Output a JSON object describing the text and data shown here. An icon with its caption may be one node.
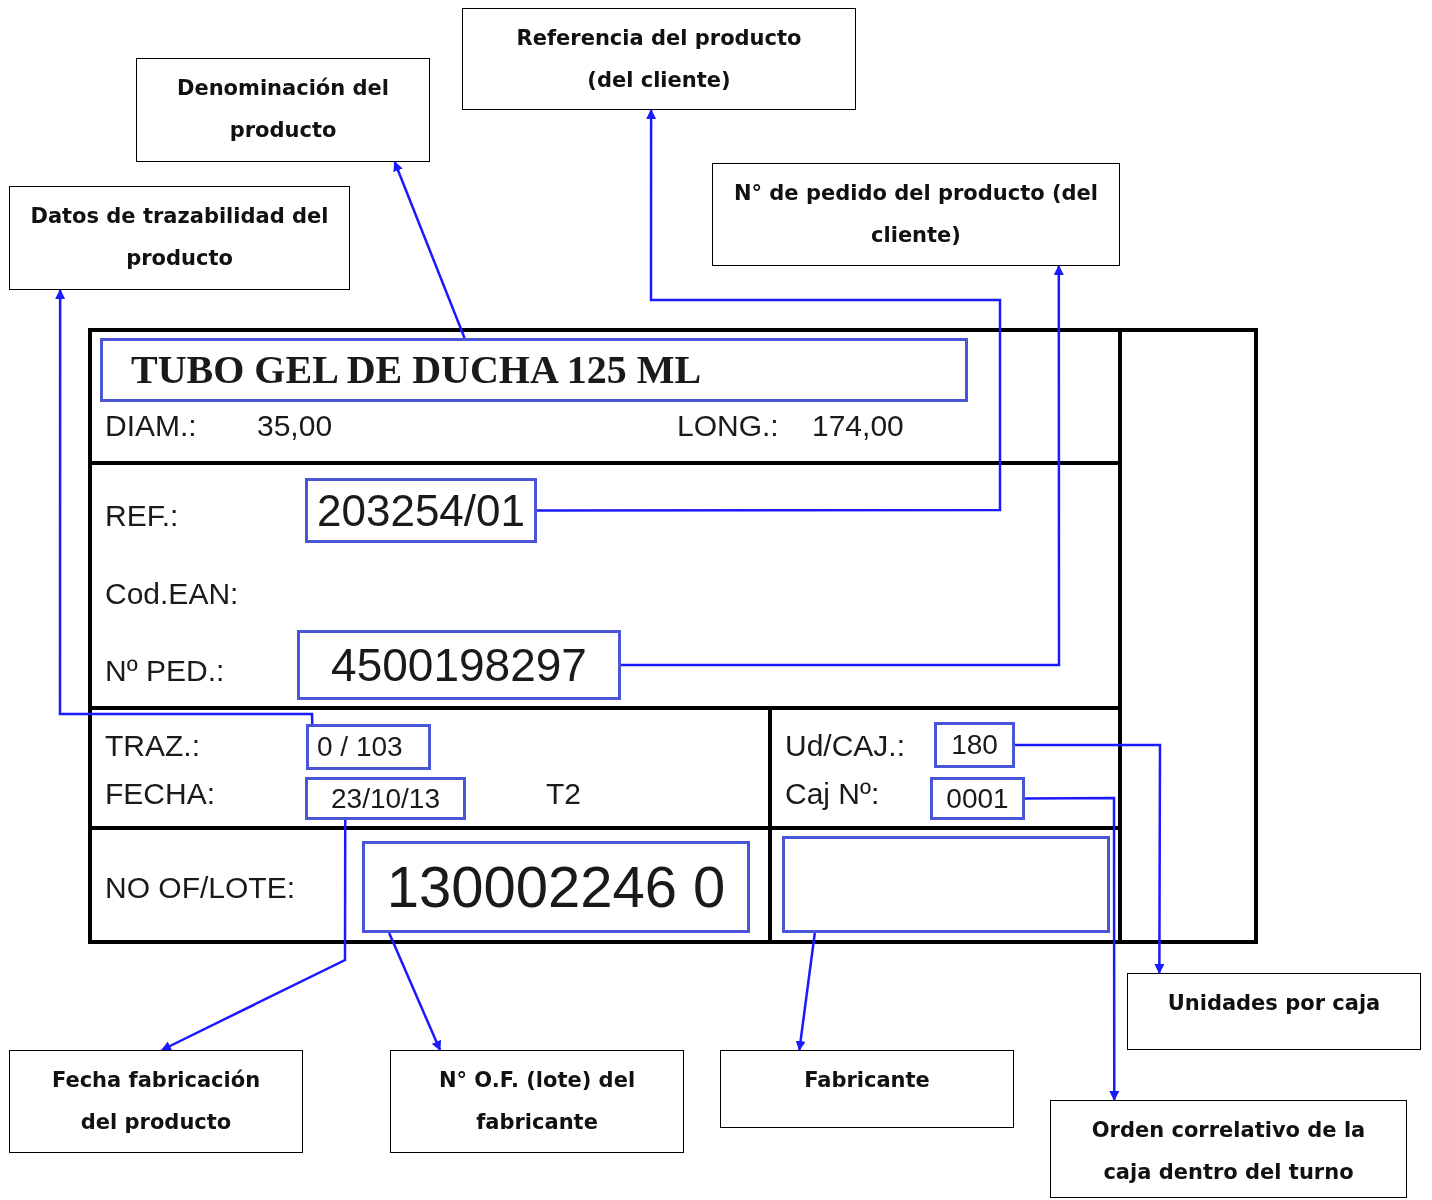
{
  "diagram": {
    "nodes": [
      {
        "text": [
          "TUBO GEL DE DUCHA 125 ML"
        ]
      },
      {
        "text": [
          "203254/01"
        ]
      },
      {
        "text": [
          "4500198297"
        ]
      },
      {
        "text": [
          "0 / 103"
        ]
      },
      {
        "text": [
          "23/10/13"
        ]
      },
      {
        "text": [
          "130002246 0"
        ]
      },
      {
        "text": [
          "180"
        ]
      },
      {
        "text": [
          "0001"
        ]
      },
      {
        "text": [],
        "shape": "box"
      },
      {
        "text": [
          "Denominación del producto"
        ]
      },
      {
        "text": [
          "Referencia del producto (del cliente)"
        ]
      },
      {
        "text": [
          "Datos de trazabilidad del producto"
        ]
      },
      {
        "text": [
          "N° de pedido del producto (del cliente)"
        ]
      },
      {
        "text": [
          "Fecha fabricación del producto"
        ]
      },
      {
        "text": [
          "N° O.F. (lote) del fabricante"
        ]
      },
      {
        "text": [
          "Fabricante"
        ]
      },
      {
        "text": [
          "Unidades por caja"
        ]
      },
      {
        "text": [
          "Orden correlativo de la caja dentro del turno"
        ]
      }
    ],
    "edges": [
      {
        "from": 0,
        "to": 9,
        "arrow": "to"
      },
      {
        "from": 1,
        "to": 10,
        "arrow": "to"
      },
      {
        "from": 3,
        "to": 11,
        "arrow": "to"
      },
      {
        "from": 2,
        "to": 12,
        "arrow": "to"
      },
      {
        "from": 4,
        "to": 13,
        "arrow": "to"
      },
      {
        "from": 5,
        "to": 14,
        "arrow": "to"
      },
      {
        "from": 8,
        "to": 15,
        "arrow": "to"
      },
      {
        "from": 6,
        "to": 16,
        "arrow": "to"
      },
      {
        "from": 7,
        "to": 17,
        "arrow": "to"
      }
    ],
    "labels": [
      "DIAM.:",
      "35,00",
      "LONG.:",
      "174,00",
      "REF.:",
      "Cod.EAN:",
      "Nº PED.:",
      "TRAZ.:",
      "FECHA:",
      "T2",
      "Ud/CAJ.:",
      "Caj Nº:",
      "NO OF/LOTE:"
    ]
  }
}
